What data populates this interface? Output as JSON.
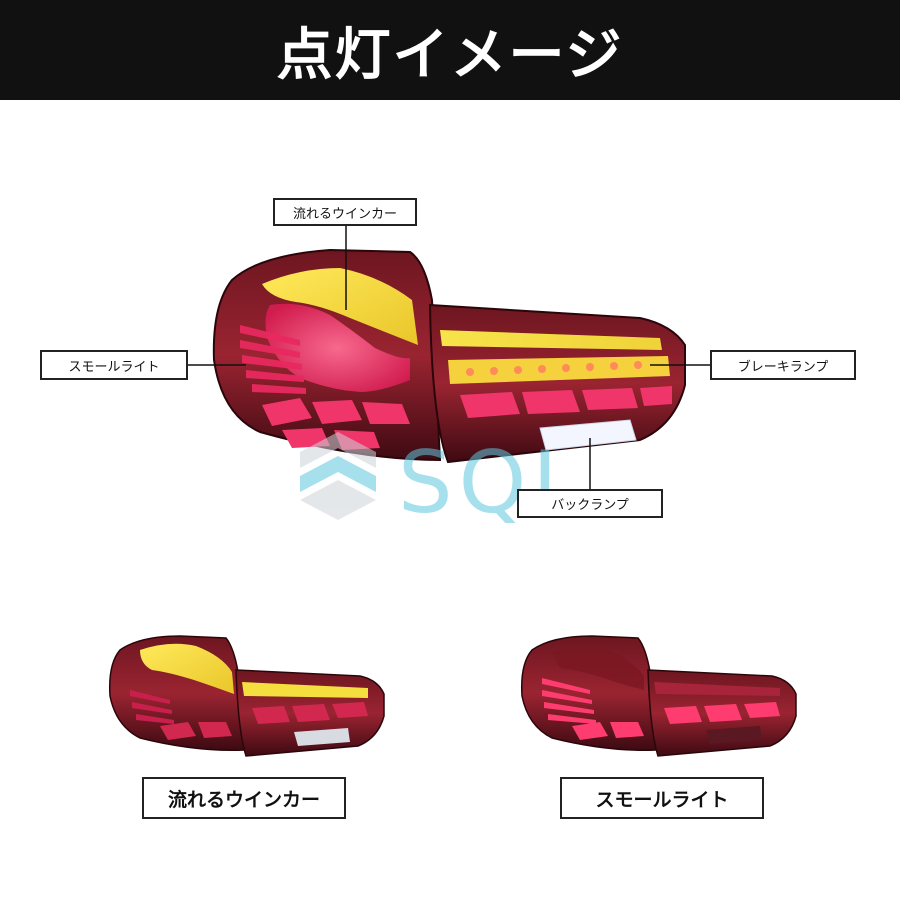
{
  "header": {
    "title": "点灯イメージ"
  },
  "callouts": {
    "turn_signal": "流れるウインカー",
    "small_light": "スモールライト",
    "brake_lamp": "ブレーキランプ",
    "back_lamp": "バックランプ"
  },
  "bottom_labels": {
    "left": "流れるウインカー",
    "right": "スモールライト"
  },
  "watermark": {
    "text": "SQI"
  },
  "colors": {
    "header_bg": "#111111",
    "lens_red": "#8a1f2a",
    "lens_dark": "#4a0f17",
    "amber": "#f2df3a",
    "pink_glow": "#ff2d6f",
    "white_lamp": "#f4f6ff",
    "watermark": "#5ec7dd"
  }
}
